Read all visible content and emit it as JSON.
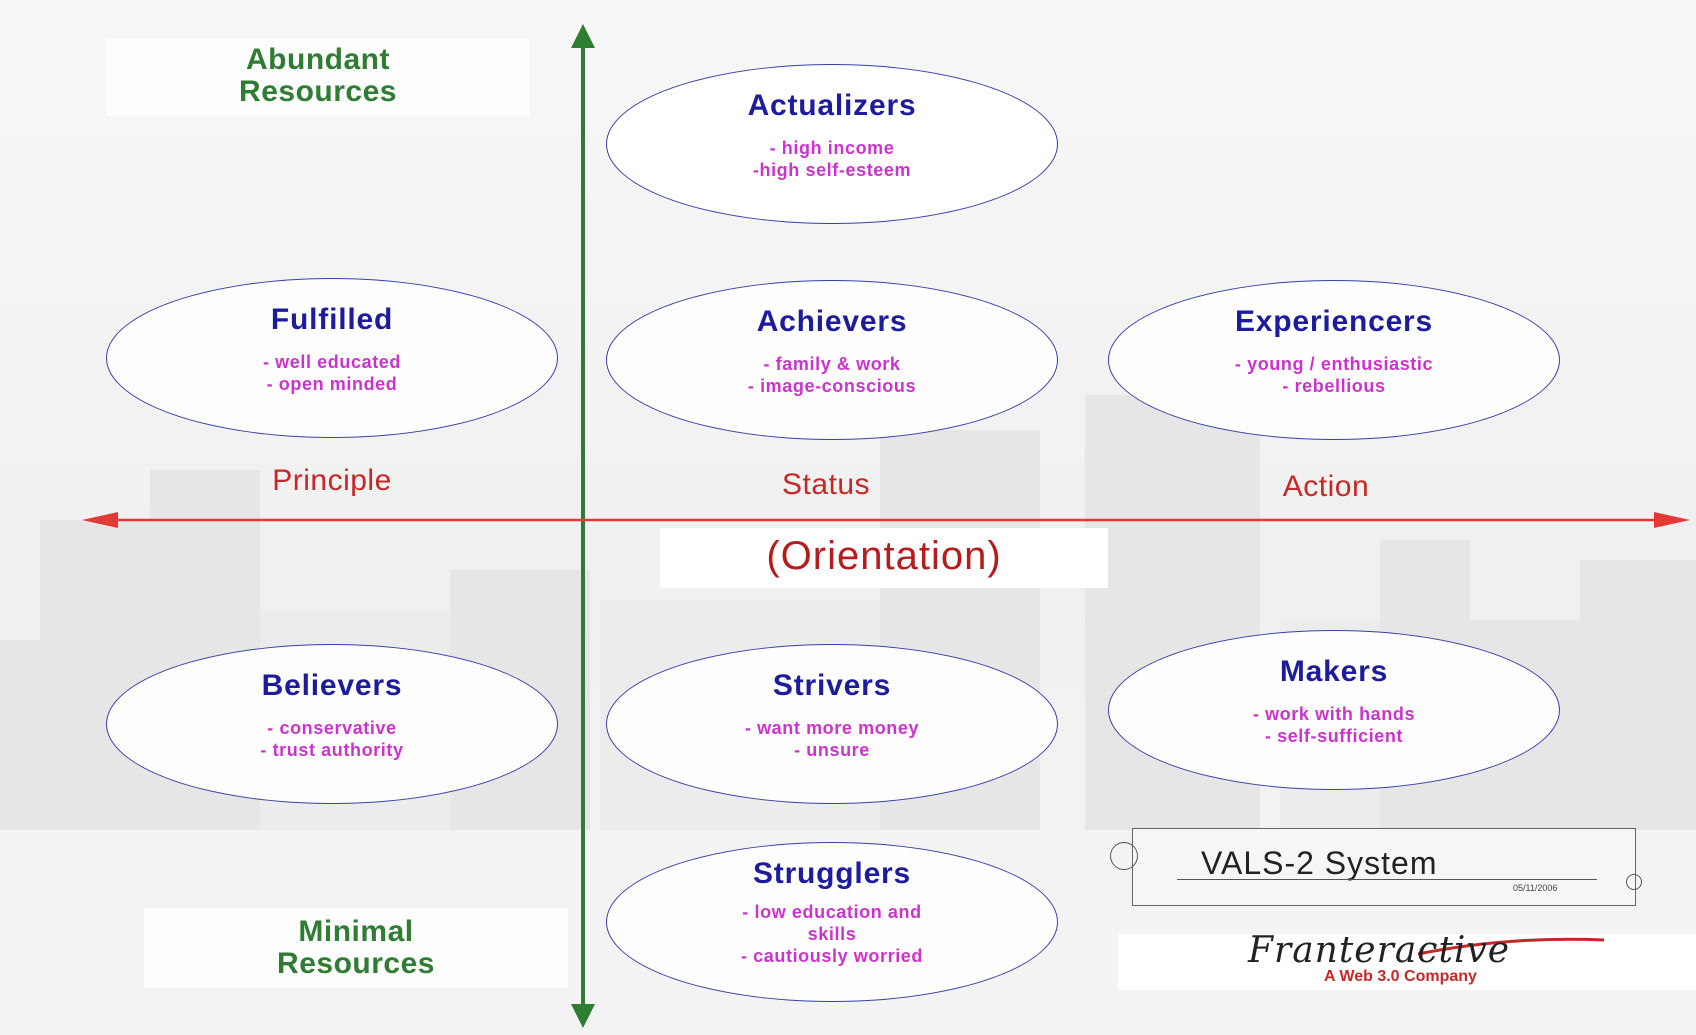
{
  "labels": {
    "abundant_line1": "Abundant",
    "abundant_line2": "Resources",
    "minimal_line1": "Minimal",
    "minimal_line2": "Resources",
    "principle": "Principle",
    "status": "Status",
    "action": "Action",
    "orientation": "(Orientation)"
  },
  "segments": {
    "actualizers": {
      "title": "Actualizers",
      "traits": [
        "- high income",
        "-high self-esteem"
      ]
    },
    "fulfilled": {
      "title": "Fulfilled",
      "traits": [
        "- well educated",
        "- open minded"
      ]
    },
    "achievers": {
      "title": "Achievers",
      "traits": [
        "- family & work",
        "- image-conscious"
      ]
    },
    "experiencers": {
      "title": "Experiencers",
      "traits": [
        "- young / enthusiastic",
        "- rebellious"
      ]
    },
    "believers": {
      "title": "Believers",
      "traits": [
        "- conservative",
        "- trust authority"
      ]
    },
    "strivers": {
      "title": "Strivers",
      "traits": [
        "- want more money",
        "- unsure"
      ]
    },
    "makers": {
      "title": "Makers",
      "traits": [
        "- work with hands",
        "- self-sufficient"
      ]
    },
    "strugglers": {
      "title": "Strugglers",
      "traits": [
        "- low education and",
        "skills",
        "- cautiously worried"
      ]
    }
  },
  "vals": {
    "title": "VALS-2  System",
    "date": "05/11/2006"
  },
  "brand": {
    "logo": "Franteractive",
    "tagline": "A Web 3.0 Company"
  },
  "colors": {
    "resource_axis": "#2e7d32",
    "orientation_axis": "#e53935",
    "segment_title": "#1c1c9c",
    "segment_trait": "#cc33cc"
  }
}
